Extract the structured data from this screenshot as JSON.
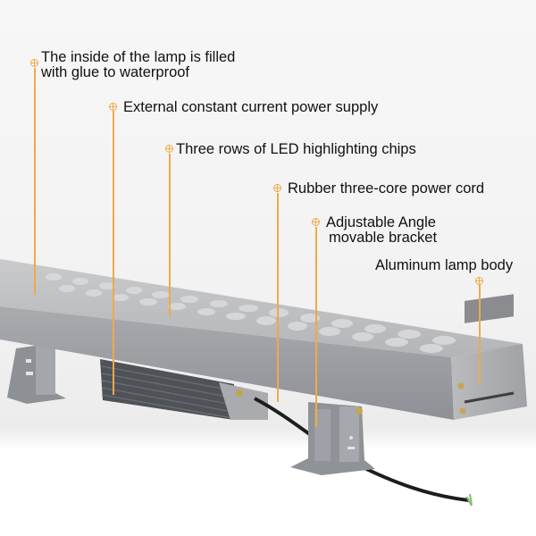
{
  "image": {
    "subject": "LED linear wall washer lamp product photo with callouts",
    "accent_color": "#f0a94a",
    "body_color": "#9a9ca1"
  },
  "callouts": [
    {
      "id": "glue",
      "lines": [
        "The inside of the lamp is filled",
        "with glue to waterproof"
      ]
    },
    {
      "id": "power-supply",
      "lines": [
        "External constant current power supply"
      ]
    },
    {
      "id": "led-chips",
      "lines": [
        "Three rows of LED highlighting chips"
      ]
    },
    {
      "id": "power-cord",
      "lines": [
        "Rubber three-core power cord"
      ]
    },
    {
      "id": "bracket",
      "lines": [
        "Adjustable Angle",
        "movable bracket"
      ]
    },
    {
      "id": "lamp-body",
      "lines": [
        "Aluminum lamp body"
      ]
    }
  ]
}
